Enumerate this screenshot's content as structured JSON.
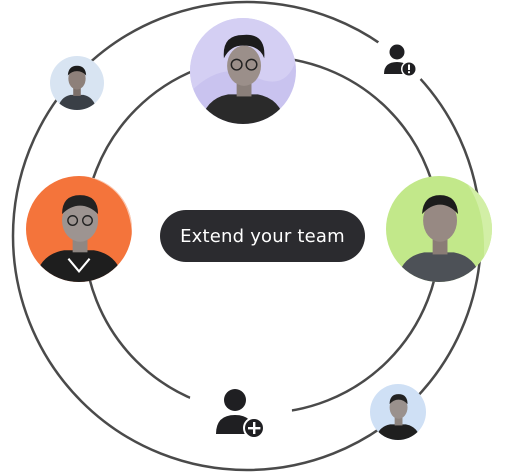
{
  "cta": {
    "label": "Extend your team"
  },
  "avatars": [
    {
      "id": "top-center",
      "accent": "#c9c3ef"
    },
    {
      "id": "top-left-small",
      "accent": "#d8e4f2"
    },
    {
      "id": "left",
      "accent": "#f4743b"
    },
    {
      "id": "right",
      "accent": "#c2e88a"
    },
    {
      "id": "bottom-right-small",
      "accent": "#cfe0f5"
    }
  ],
  "icons": [
    {
      "name": "user-alert-icon"
    },
    {
      "name": "user-add-icon"
    }
  ],
  "colors": {
    "ring": "#4a4a4a",
    "button_bg": "#2b2b2f",
    "button_text": "#ffffff",
    "icon": "#1f1f22"
  }
}
